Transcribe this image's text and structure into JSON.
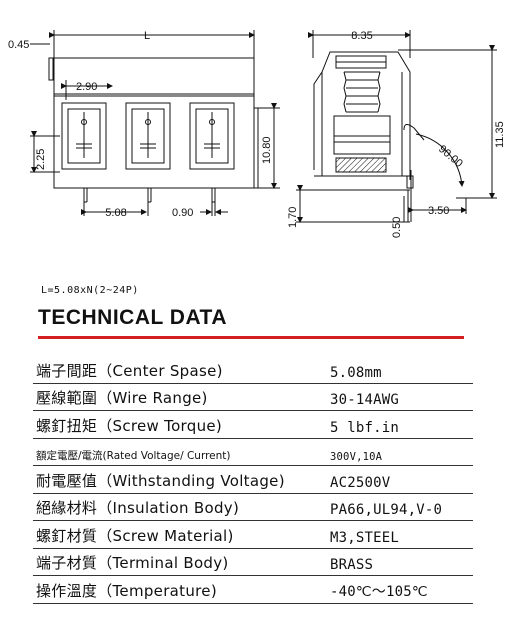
{
  "drawing": {
    "dims": {
      "L": "L",
      "d045": "0.45",
      "d290": "2.90",
      "d225": "2.25",
      "d508": "5.08",
      "d090": "0.90",
      "d1080": "10.80",
      "d835": "8.35",
      "d1135": "11.35",
      "d9000": "90.00",
      "d170": "1.70",
      "d050": "0.50",
      "d350": "3.50"
    }
  },
  "formula": "L=5.08xN(2~24P)",
  "section_title": "TECHNICAL DATA",
  "rows": [
    {
      "label": "端子間距（Center Spase)",
      "value": "5.08mm"
    },
    {
      "label": "壓線範圍（Wire Range)",
      "value": "30-14AWG"
    },
    {
      "label": "螺釘扭矩（Screw Torque)",
      "value": "5 lbf.in"
    },
    {
      "label": "額定電壓/電流(Rated Voltage/ Current)",
      "value": "300V,10A"
    },
    {
      "label": "耐電壓值（Withstanding Voltage)",
      "value": "AC2500V"
    },
    {
      "label": "絕緣材料（Insulation Body)",
      "value": "PA66,UL94,V-0"
    },
    {
      "label": "螺釘材質（Screw Material)",
      "value": "M3,STEEL"
    },
    {
      "label": "端子材質（Terminal Body)",
      "value": "BRASS"
    },
    {
      "label": "操作溫度（Temperature)",
      "value": "-40℃～105℃"
    }
  ]
}
